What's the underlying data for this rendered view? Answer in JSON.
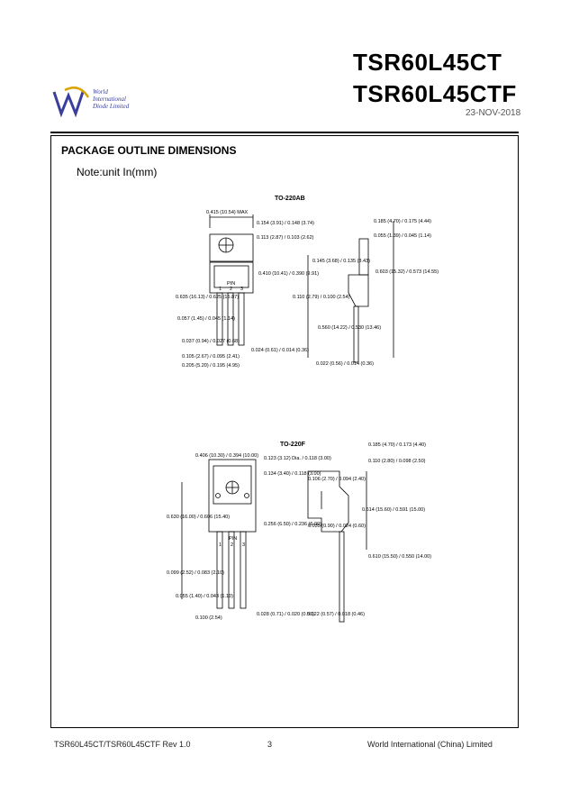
{
  "header": {
    "logo_lines": [
      "World",
      "International",
      "Diode Limited"
    ],
    "title_line1": "TSR60L45CT",
    "title_line2": "TSR60L45CTF",
    "date": "23-NOV-2018"
  },
  "section": {
    "title": "PACKAGE OUTLINE DIMENSIONS",
    "note": "Note:unit In(mm)"
  },
  "to220ab": {
    "label": "TO-220AB",
    "dims": {
      "width_top": "0.415 (10.54) MAX",
      "tab_r": "0.154 (3.91) / 0.148 (3.74)",
      "hole_dia": "0.113 (2.87) / 0.103 (2.62)",
      "top_r1": "0.185 (4.70) / 0.175 (4.44)",
      "top_r2": "0.055 (1.39) / 0.045 (1.14)",
      "side_a": "0.145 (3.68) / 0.135 (3.43)",
      "side_b": "0.603 (15.32) / 0.573 (14.55)",
      "body_h": "0.410 (10.41) / 0.390 (9.91)",
      "left_a": "0.635 (16.13) / 0.625 (15.87)",
      "left_b": "0.057 (1.45) / 0.045 (1.14)",
      "right_c": "0.110 (2.79) / 0.100 (2.54)",
      "left_c": "0.037 (0.94) / 0.027 (0.68)",
      "lead_len": "0.560 (14.22) / 0.530 (13.46)",
      "pitch": "0.105 (2.67) / 0.095 (2.41)",
      "lead_w": "0.022 (0.56) / 0.014 (0.36)",
      "bot_a": "0.205 (5.20) / 0.195 (4.95)",
      "bot_b": "0.024 (0.61) / 0.014 (0.36)",
      "pin_labels": [
        "PIN",
        "1",
        "2",
        "3"
      ]
    }
  },
  "to220f": {
    "label": "TO-220F",
    "dims": {
      "width_top": "0.406 (10.30) / 0.394 (10.00)",
      "hole": "0.123 (3.12) Dia. / 0.118 (3.00)",
      "top_w": "0.134 (3.40) / 0.118 (3.00)",
      "right_a": "0.185 (4.70) / 0.173 (4.40)",
      "right_b": "0.110 (2.80) / 0.098 (2.50)",
      "body_h": "0.630 (16.00) / 0.606 (15.40)",
      "left_b": "0.256 (6.50) / 0.236 (6.00)",
      "right_c": "0.106 (2.70) / 0.094 (2.40)",
      "right_d": "0.035 (0.90) / 0.024 (0.60)",
      "right_e": "0.614 (15.60) / 0.591 (15.00)",
      "left_c": "0.099 (2.52) / 0.083 (2.10)",
      "left_d": "0.055 (1.40) / 0.043 (1.10)",
      "bot_a": "0.100 (2.54)",
      "bot_b": "0.028 (0.71) / 0.020 (0.50)",
      "bot_c": "0.022 (0.57) / 0.018 (0.46)",
      "lead_len": "0.610 (15.50) / 0.550 (14.00)",
      "pin_labels": [
        "PIN",
        "1",
        "2",
        "3"
      ]
    }
  },
  "footer": {
    "doc": "TSR60L45CT/TSR60L45CTF   Rev 1.0",
    "page": "3",
    "company": "World International (China) Limited"
  }
}
